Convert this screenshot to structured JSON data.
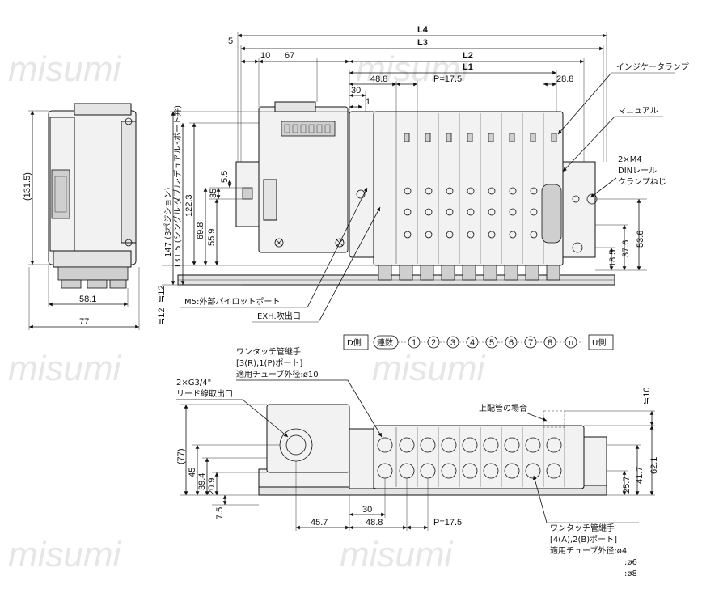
{
  "watermark": "misumi",
  "dims": {
    "side_131_5": "(131.5)",
    "side_58_1": "58.1",
    "side_77": "77",
    "l4": "L4",
    "l3": "L3",
    "l2": "L2",
    "l1": "L1",
    "top_5": "5",
    "top_10": "10",
    "top_67": "67",
    "top_48_8": "48.8",
    "top_pitch": "P=17.5",
    "top_28_8": "28.8",
    "top_30": "30",
    "top_1": "1",
    "top_147": "147 (3ポジション)",
    "top_131_5": "131.5 (シングル·ダブル·デュアル3ポート弁)",
    "top_122_3": "122.3",
    "top_69_8": "69.8",
    "top_55_9": "55.9",
    "top_35": "35",
    "top_5_5": "5.5",
    "top_approx_12": "≒12",
    "top_53_6": "53.6",
    "top_37_6": "37.6",
    "top_18_5": "18.5",
    "front_77": "(77)",
    "front_45": "45",
    "front_39_4": "39.4",
    "front_20_9": "20.9",
    "front_7_5": "7.5",
    "front_30": "30",
    "front_45_7": "45.7",
    "front_48_8": "48.8",
    "front_pitch": "P=17.5",
    "front_approx_10": "≒10",
    "front_62_1": "62.1",
    "front_41_7": "41.7",
    "front_25_7": "25.7"
  },
  "labels": {
    "indicator_lamp": "インジケータランプ",
    "manual": "マニュアル",
    "two_m4": "2×M4",
    "din_rail_clamp_1": "DINレール",
    "din_rail_clamp_2": "クランプねじ",
    "m5_ext_pilot": "M5:外部パイロットポート",
    "exh_outlet": "EXH.吹出口",
    "one_touch_fitting": "ワンタッチ管継手",
    "port_3r_1p": "[3(R),1(P)ポート]",
    "tube_od_10": "適用チューブ外径:ø10",
    "two_g3_4": "2×G3/4\"",
    "lead_wire_outlet": "リード線取出口",
    "top_piping": "上配管の場合",
    "port_4a_2b": "[4(A),2(B)ポート]",
    "tube_od_4": "適用チューブ外径:ø4",
    "tube_od_6": ":ø6",
    "tube_od_8": ":ø8"
  },
  "stations": {
    "d_side": "D側",
    "count_label": "連数",
    "n1": "1",
    "n2": "2",
    "n3": "3",
    "n4": "4",
    "n5": "5",
    "n6": "6",
    "n7": "7",
    "n8": "8",
    "nn": "n",
    "u_side": "U側"
  }
}
